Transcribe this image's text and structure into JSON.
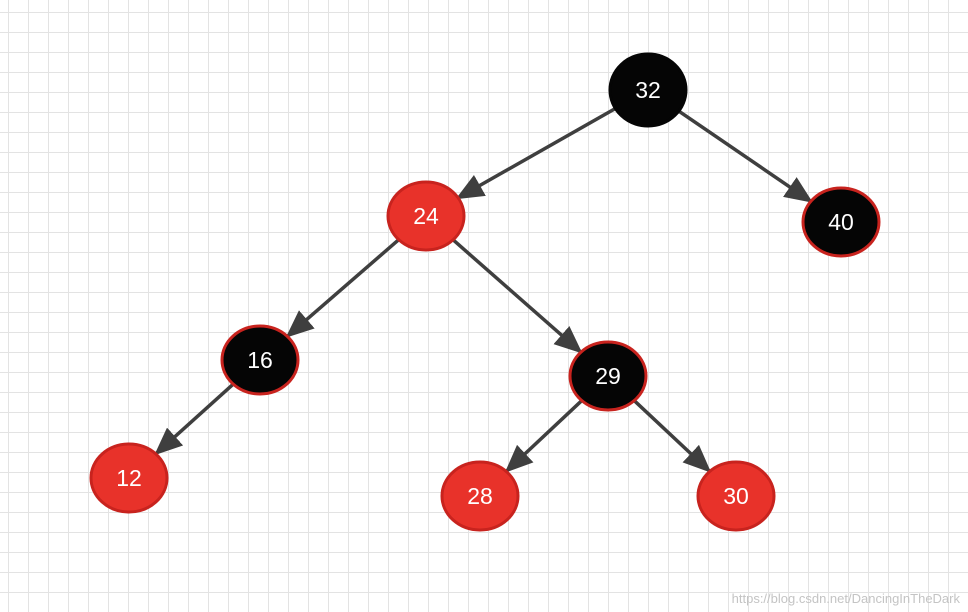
{
  "colors": {
    "red_fill": "#e8322a",
    "red_stroke": "#c8231e",
    "black_fill": "#050505",
    "edge": "#3f3f3f",
    "label": "#ffffff"
  },
  "tree": {
    "nodes": [
      {
        "id": "n32",
        "label": "32",
        "color": "black",
        "border": "black"
      },
      {
        "id": "n24",
        "label": "24",
        "color": "red",
        "border": "red"
      },
      {
        "id": "n40",
        "label": "40",
        "color": "black",
        "border": "red"
      },
      {
        "id": "n16",
        "label": "16",
        "color": "black",
        "border": "red"
      },
      {
        "id": "n29",
        "label": "29",
        "color": "black",
        "border": "red"
      },
      {
        "id": "n12",
        "label": "12",
        "color": "red",
        "border": "red"
      },
      {
        "id": "n28",
        "label": "28",
        "color": "red",
        "border": "red"
      },
      {
        "id": "n30",
        "label": "30",
        "color": "red",
        "border": "red"
      }
    ],
    "edges": [
      {
        "from": "n32",
        "to": "n24"
      },
      {
        "from": "n32",
        "to": "n40"
      },
      {
        "from": "n24",
        "to": "n16"
      },
      {
        "from": "n24",
        "to": "n29"
      },
      {
        "from": "n16",
        "to": "n12"
      },
      {
        "from": "n29",
        "to": "n28"
      },
      {
        "from": "n29",
        "to": "n30"
      }
    ]
  },
  "watermark": "https://blog.csdn.net/DancingInTheDark"
}
